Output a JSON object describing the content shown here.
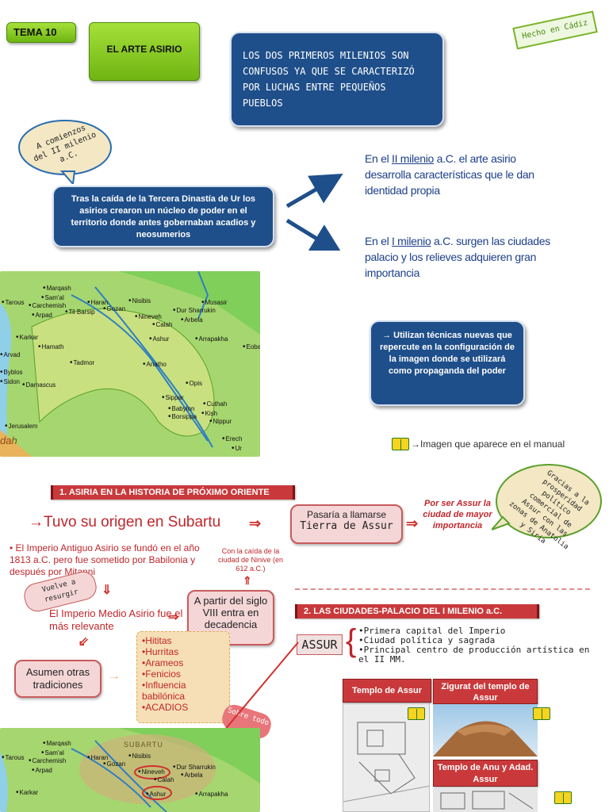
{
  "header": {
    "tema": "TEMA 10",
    "title": "EL ARTE ASIRIO",
    "stamp": "Hecho en Cádiz"
  },
  "intro": {
    "milenios": "LOS DOS PRIMEROS MILENIOS SON CONFUSOS YA QUE SE CARACTERIZÓ POR LUCHAS ENTRE PEQUEÑOS PUEBLOS",
    "bubble": "A comienzos del II milenio a.C.",
    "caida": "Tras la caída de la Tercera Dinastía de Ur los asirios crearon un núcleo de poder en el territorio donde antes gobernaban acadios y neosumerios",
    "ii_prefix": "En el ",
    "ii_mid": "II milenio",
    "ii_suffix": " a.C. el arte asirio desarrolla características que le dan identidad propia",
    "i_prefix": "En el ",
    "i_mid": "I milenio",
    "i_suffix": " a.C. surgen las ciudades palacio y los relieves adquieren gran importancia",
    "tecnicas": "→ Utilizan técnicas nuevas que repercute en la configuración de la imagen donde se utilizará como propaganda del poder",
    "legend": "→Imagen que aparece en el manual"
  },
  "map_top": {
    "cities": [
      "Marqash",
      "Sam'al",
      "Tarous",
      "Carchemish",
      "Arpad",
      "Til Barsip",
      "Haran",
      "Gozan",
      "Nisibis",
      "Musasir",
      "Dur Sharrukin",
      "Nineveh",
      "Calah",
      "Arbela",
      "Karkar",
      "Hamath",
      "Ashur",
      "Arrapakha",
      "Eobat",
      "Tadmor",
      "Anatho",
      "Byblos",
      "Sidon",
      "Damascus",
      "Opis",
      "Sippar",
      "Cuthah",
      "Babylon",
      "Kish",
      "Borsippa",
      "Nippur",
      "Jerusalem",
      "Erech",
      "Ur",
      "Arvad",
      "dah"
    ]
  },
  "section1": {
    "header": "1. ASIRIA EN LA HISTORIA DE PRÓXIMO ORIENTE",
    "origen": "→Tuvo su origen en Subartu",
    "pasaria": "Pasaría a llamarse",
    "tierra": "Tierra de Assur",
    "assur_reason": "Por ser Assur la ciudad de mayor importancia",
    "bubble_right": "Gracias a la prosperidad político comercial de Assur con las zonas de Anatolia y Siria",
    "imperio_antiguo": "El Imperio Antiguo Asirio se fundó en el año 1813 a.C. pero fue sometido por Babilonia y después por Mitanni",
    "ninive": "Con la caída de la ciudad de Ninive (en 612 a.C.)",
    "vuelve": "Vuelve a resurgir",
    "medio": "El Imperio Medio Asirio fue el más relevante",
    "siglo": "A partir del siglo VIII entra en decadencia",
    "asumen": "Asumen otras tradiciones",
    "influences": [
      "•Hititas",
      "•Hurritas",
      "•Arameos",
      "•Fenicios",
      "•Influencia babilónica",
      "•ACADIOS"
    ],
    "sobre": "Sobre todo"
  },
  "section2": {
    "header": "2. LAS CIUDADES-PALACIO DEL I MILENIO a.C.",
    "assur": "ASSUR",
    "bullets": [
      "•Primera capital del Imperio",
      "•Ciudad política y sagrada",
      "•Principal centro de producción artística en el II MM."
    ],
    "templo_assur": "Templo de Assur",
    "zigurat": "Zigurat del templo de Assur",
    "templo_anu": "Templo de Anu y Adad. Assur"
  },
  "map_bottom": {
    "label": "SUBARTU",
    "cities": [
      "Marqash",
      "Sam'al",
      "Tarous",
      "Carchemish",
      "Arpad",
      "Haran",
      "Gozan",
      "Nisibis",
      "Nineveh",
      "Dur Sharrukin",
      "Calah",
      "Arbela",
      "Karkar",
      "Ashur",
      "Arrapakha"
    ]
  }
}
